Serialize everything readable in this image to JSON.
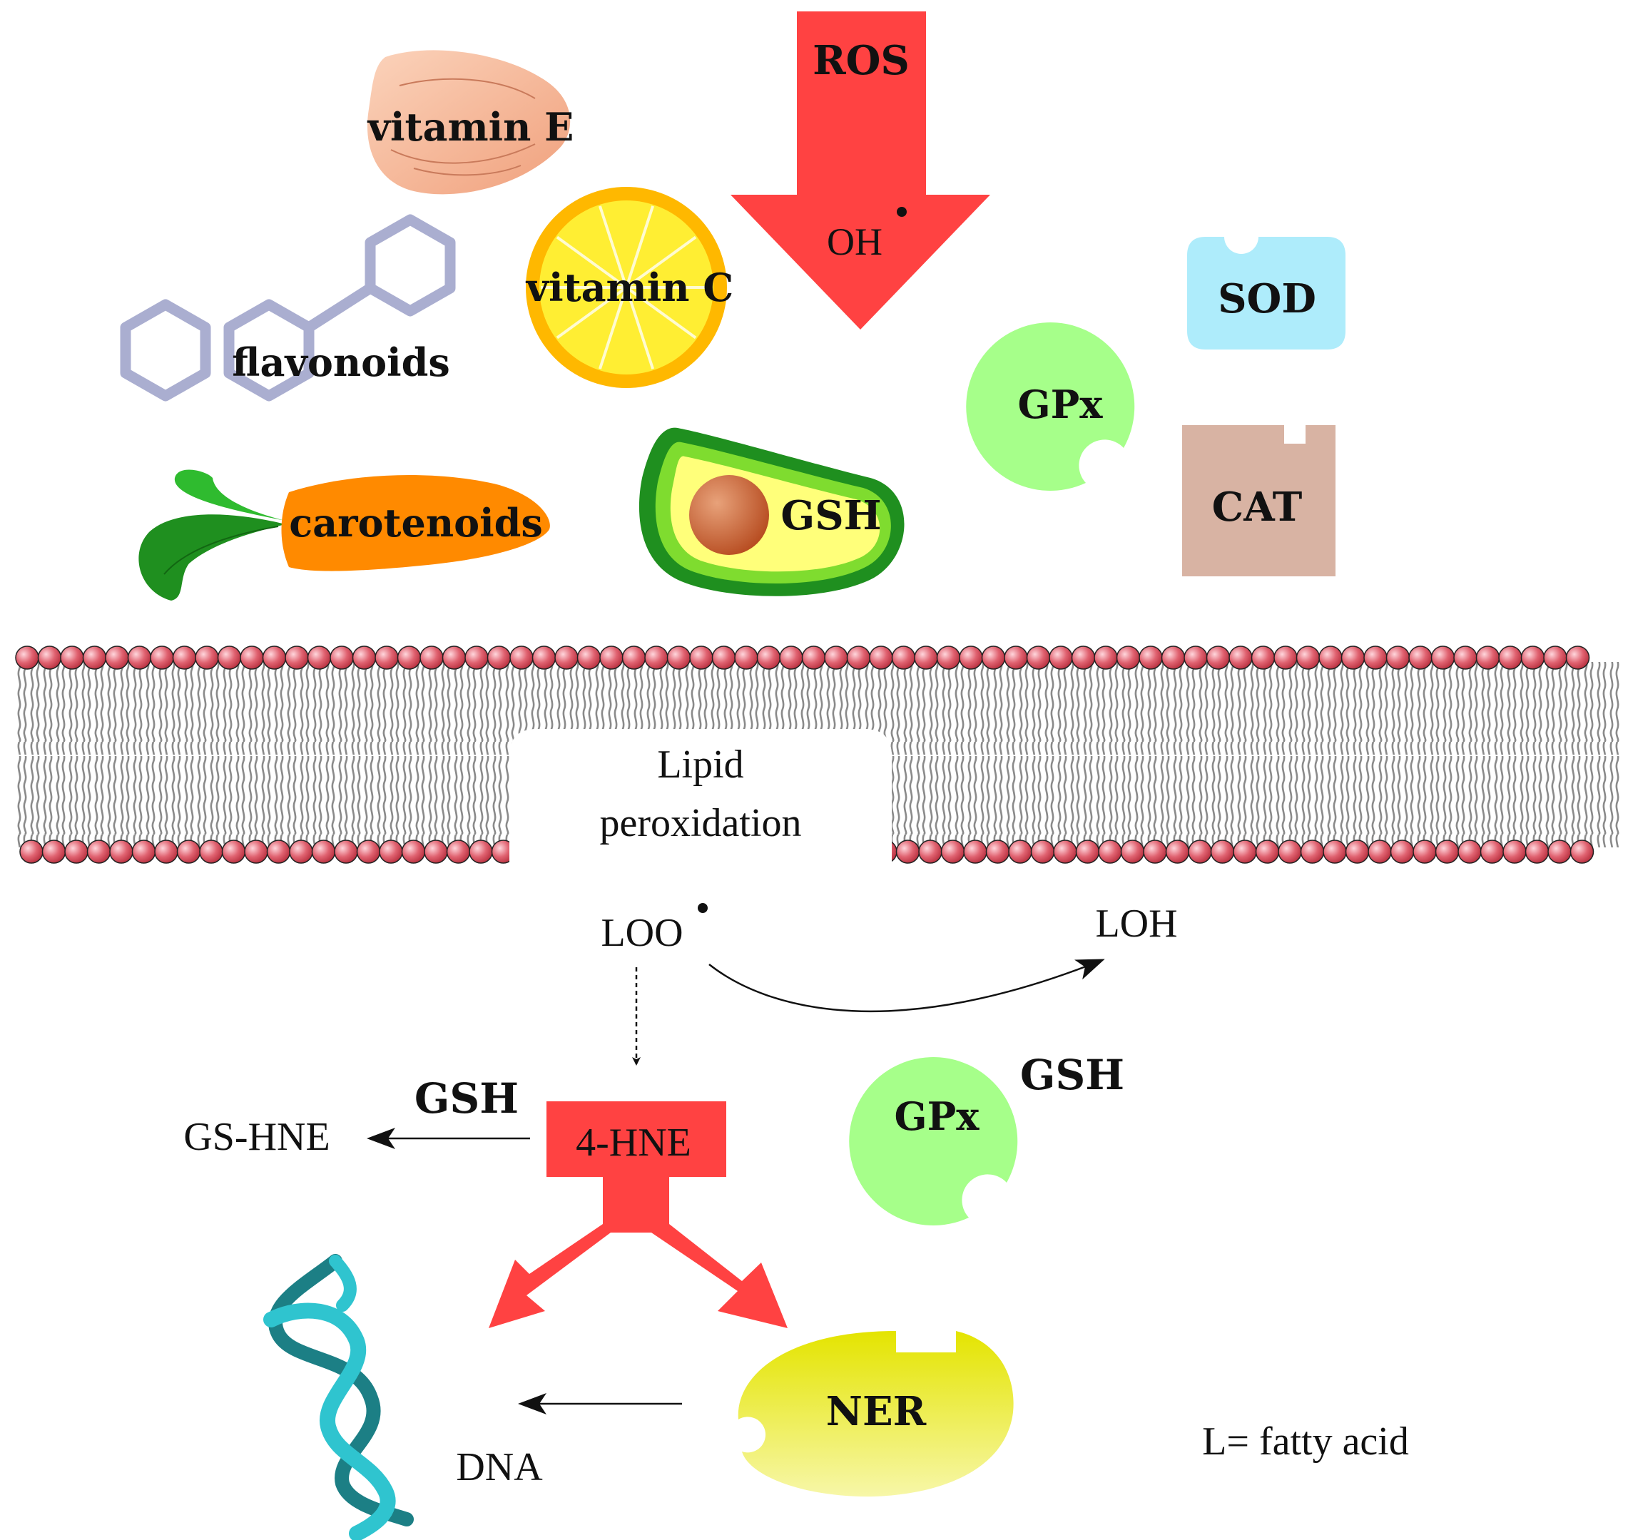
{
  "antioxidants": {
    "vitamin_e": "vitamin E",
    "vitamin_c": "vitamin C",
    "flavonoids": "flavonoids",
    "carotenoids": "carotenoids",
    "gsh": "GSH"
  },
  "ros": {
    "title": "ROS",
    "radical": "OH"
  },
  "enzymes": {
    "sod": "SOD",
    "gpx": "GPx",
    "cat": "CAT",
    "ner": "NER"
  },
  "membrane": {
    "line1": "Lipid",
    "line2": "peroxidation"
  },
  "pathway": {
    "loo": "LOO",
    "loh": "LOH",
    "hne": "4-HNE",
    "gs_hne": "GS-HNE",
    "gsh_left": "GSH",
    "gsh_right": "GSH",
    "gpx_lower": "GPx",
    "dna": "DNA"
  },
  "legend": "L= fatty acid",
  "colors": {
    "ros_red": "#ff4242",
    "gpx_green": "#a6ff8a",
    "sod_blue": "#aeecfb",
    "cat_brown": "#d8b3a3",
    "ner_yellow": "#e5e500",
    "head_red": "#d9535e",
    "tail_gray": "#8a8a8a",
    "carrot_orange": "#ff8a00",
    "dna_cyan": "#2fc4cf"
  }
}
